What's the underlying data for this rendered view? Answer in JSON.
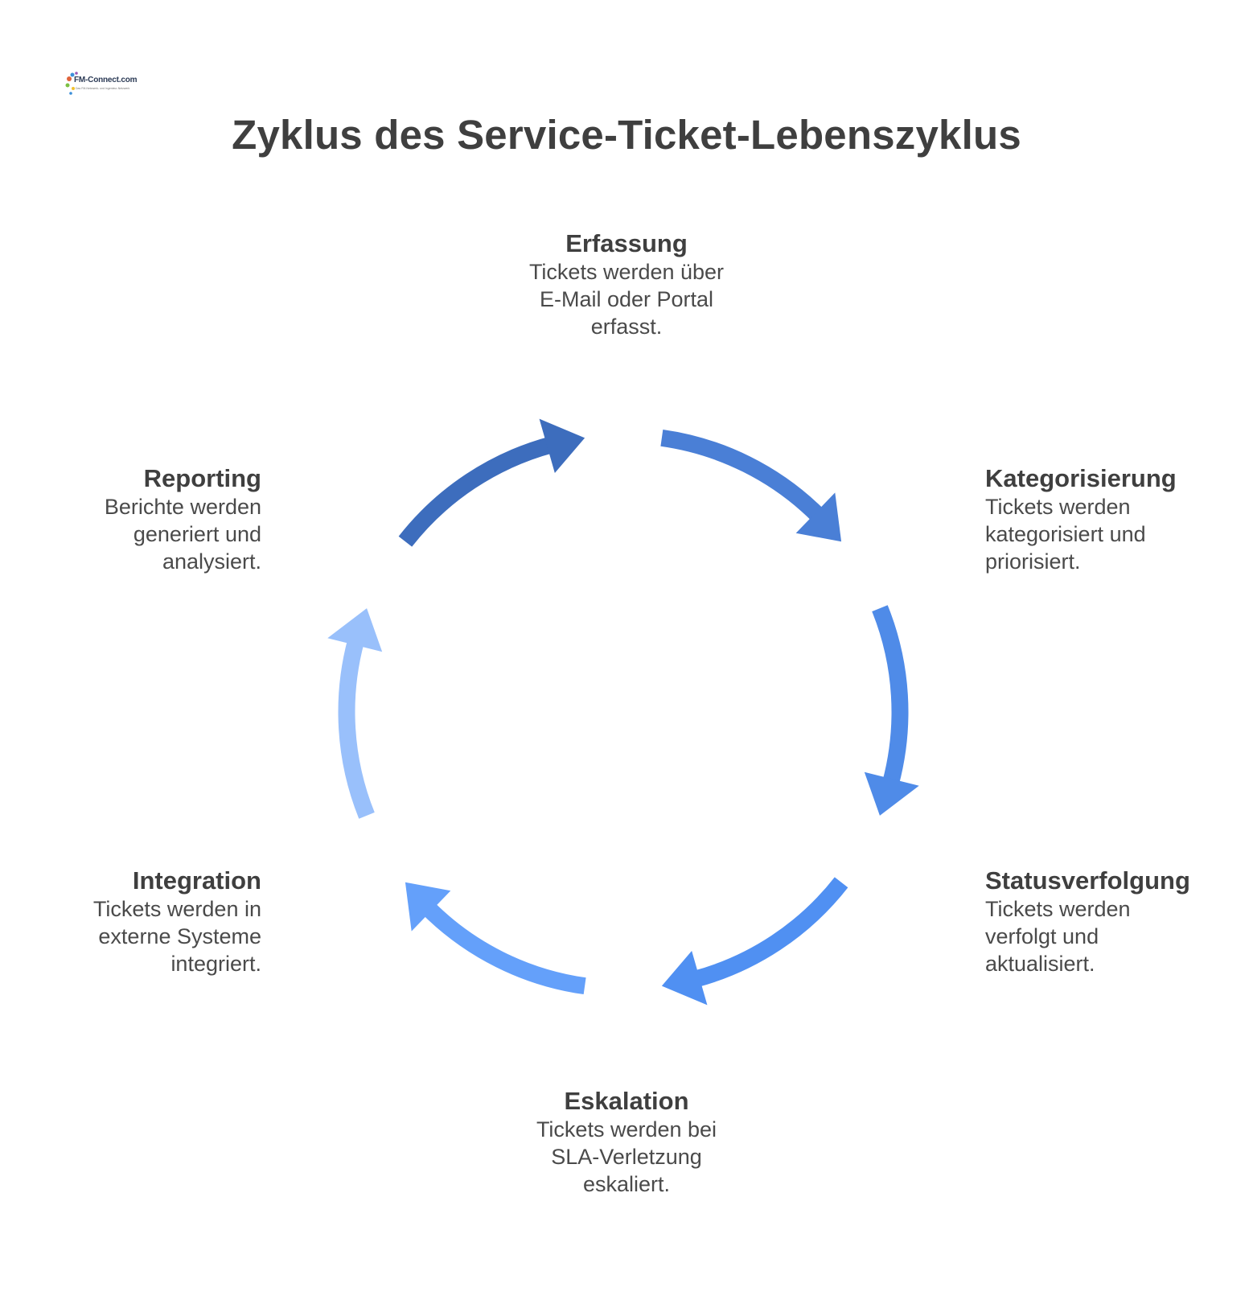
{
  "logo": {
    "text": "FM-Connect.com",
    "subtext": "Das FM-Netzwerk- und Ingenieur-Netzwerk"
  },
  "title": "Zyklus des Service-Ticket-Lebenszyklus",
  "stages": [
    {
      "id": "erfassung",
      "title": "Erfassung",
      "lines": [
        "Tickets werden über",
        "E-Mail oder Portal",
        "erfasst."
      ],
      "color": "#3d6dbd"
    },
    {
      "id": "kategorisierung",
      "title": "Kategorisierung",
      "lines": [
        "Tickets werden",
        "kategorisiert und",
        "priorisiert."
      ],
      "color": "#4a7fd6"
    },
    {
      "id": "status",
      "title": "Statusverfolgung",
      "lines": [
        "Tickets werden",
        "verfolgt und",
        "aktualisiert."
      ],
      "color": "#4f8be8"
    },
    {
      "id": "eskalation",
      "title": "Eskalation",
      "lines": [
        "Tickets werden bei",
        "SLA-Verletzung",
        "eskaliert."
      ],
      "color": "#5090f2"
    },
    {
      "id": "integration",
      "title": "Integration",
      "lines": [
        "Tickets werden in",
        "externe Systeme",
        "integriert."
      ],
      "color": "#64a0fa"
    },
    {
      "id": "reporting",
      "title": "Reporting",
      "lines": [
        "Berichte werden",
        "generiert und",
        "analysiert."
      ],
      "color": "#99c0fb"
    }
  ]
}
